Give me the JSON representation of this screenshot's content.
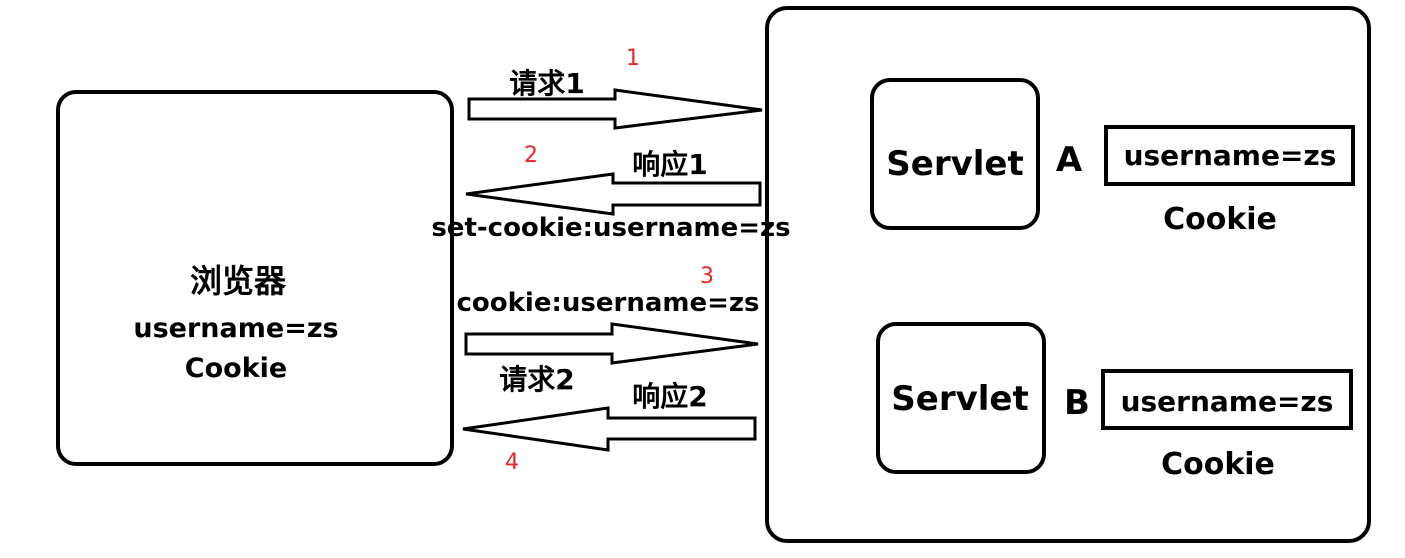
{
  "browser": {
    "title": "浏览器",
    "cookie_value": "username=zs",
    "cookie_label": "Cookie"
  },
  "flow": {
    "request1": {
      "label": "请求1",
      "step": "1"
    },
    "response1": {
      "label": "响应1",
      "step": "2",
      "header": "set-cookie:username=zs"
    },
    "request2": {
      "label": "请求2",
      "step": "3",
      "header": "cookie:username=zs"
    },
    "response2": {
      "label": "响应2",
      "step": "4"
    }
  },
  "server": {
    "servlets": [
      {
        "name": "Servlet",
        "letter": "A",
        "cookie_value": "username=zs",
        "cookie_label": "Cookie"
      },
      {
        "name": "Servlet",
        "letter": "B",
        "cookie_value": "username=zs",
        "cookie_label": "Cookie"
      }
    ]
  },
  "colors": {
    "step_number": "#e8262b",
    "stroke": "#000000"
  }
}
